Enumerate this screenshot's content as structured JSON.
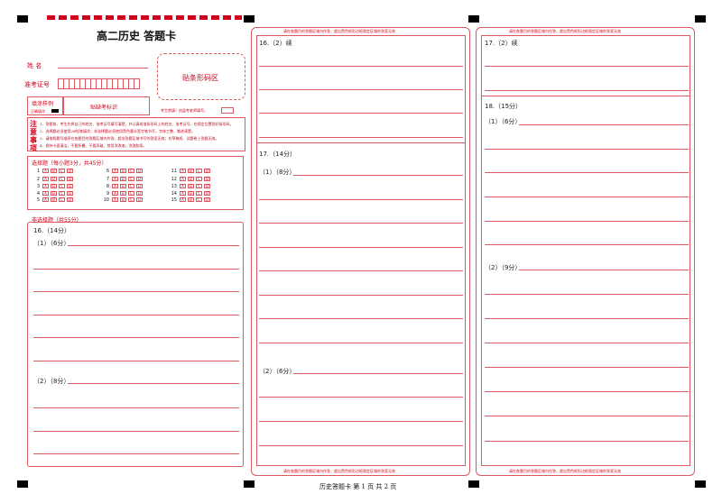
{
  "title": "高二历史  答题卡",
  "form": {
    "name_label": "姓    名",
    "exam_no_label": "准考证号",
    "barcode_label": "贴条形码区",
    "sample_label": "填涂样例",
    "sample_correct": "正确填涂",
    "absent_label": "贴缺考标识",
    "absent_note": "考生禁填！由监考老师填写。"
  },
  "notice": {
    "label_chars": [
      "注",
      "意",
      "事",
      "项"
    ],
    "lines": [
      "1．答题前，考生先将自己的姓名、准考证号填写清楚，并认真核准条形码上的姓名、准考证号，在规定位置贴好条形码。",
      "2．选择题必须使用2B铅笔填涂；非选择题必须使用黑色墨水签字笔书写，字体工整、笔迹清楚。",
      "3．请按照题号顺序在各题目的答题区域内作答，超出答题区域书写的答案无效；在草稿纸、试题卷上答题无效。",
      "4．保持卡面清洁，不要折叠、不要弄破，禁用涂改液，涂改胶条。"
    ]
  },
  "choice": {
    "header": "选择题（每小题3分，共45分）",
    "options": [
      "A",
      "B",
      "C",
      "D"
    ],
    "numbers": [
      "1",
      "2",
      "3",
      "4",
      "5",
      "6",
      "7",
      "8",
      "9",
      "10",
      "11",
      "12",
      "13",
      "14",
      "15"
    ]
  },
  "nonchoice_header": "非选择题（共55分）",
  "q16": {
    "title": "16.（14分）",
    "part1": "（1）（6分）",
    "part2": "（2）（8分）"
  },
  "q16_cont": "16.（2）续",
  "q17": {
    "title": "17.（14分）",
    "part1": "（1）（8分）",
    "part2": "（2）（6分）"
  },
  "q17_cont": "17.（2）续",
  "q18": {
    "title": "18.（15分）",
    "part1": "（1）（6分）",
    "part2": "（2）（9分）"
  },
  "boundary_note": "请在各题目的答题区域内作答，超出黑色矩形边框限定区域的答案无效",
  "footer": "历史答题卡  第 1 页  共 2 页"
}
